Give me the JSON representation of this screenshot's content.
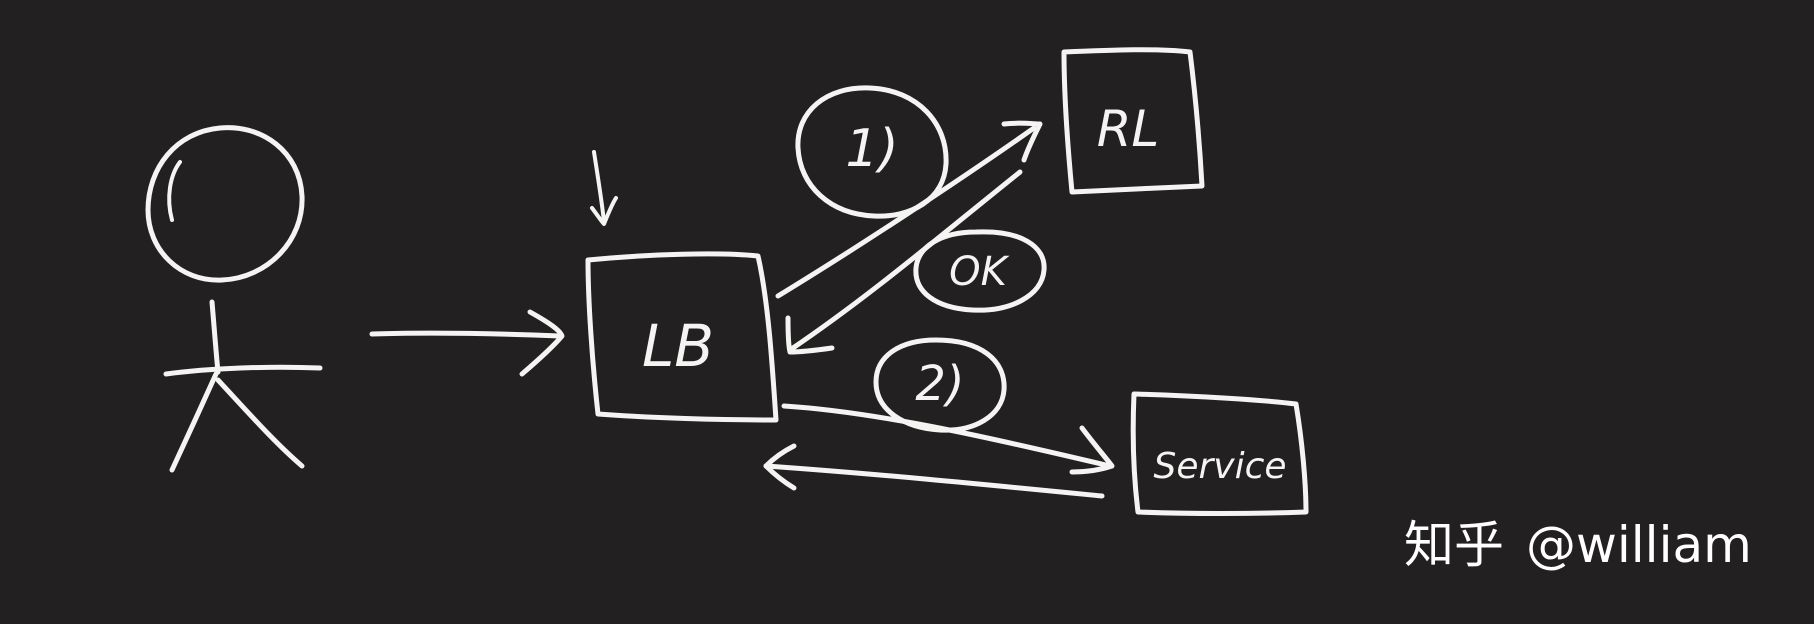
{
  "colors": {
    "background": "#222021",
    "ink": "#f4f4f2",
    "watermark": "#ffffff"
  },
  "diagram": {
    "nodes": {
      "load_balancer": "LB",
      "rate_limiter": "RL",
      "service": "Service"
    },
    "step_labels": {
      "step_1": "1)",
      "ok": "OK",
      "step_2": "2)"
    },
    "actors": {
      "user": "stick-figure-icon"
    },
    "flows": [
      {
        "from": "user",
        "to": "load_balancer"
      },
      {
        "from": "load_balancer",
        "to": "rate_limiter",
        "label": "1)"
      },
      {
        "from": "rate_limiter",
        "to": "load_balancer",
        "label": "OK"
      },
      {
        "from": "load_balancer",
        "to": "service",
        "label": "2)"
      },
      {
        "from": "service",
        "to": "load_balancer"
      }
    ]
  },
  "watermark": {
    "site": "知乎",
    "handle": "@william"
  }
}
